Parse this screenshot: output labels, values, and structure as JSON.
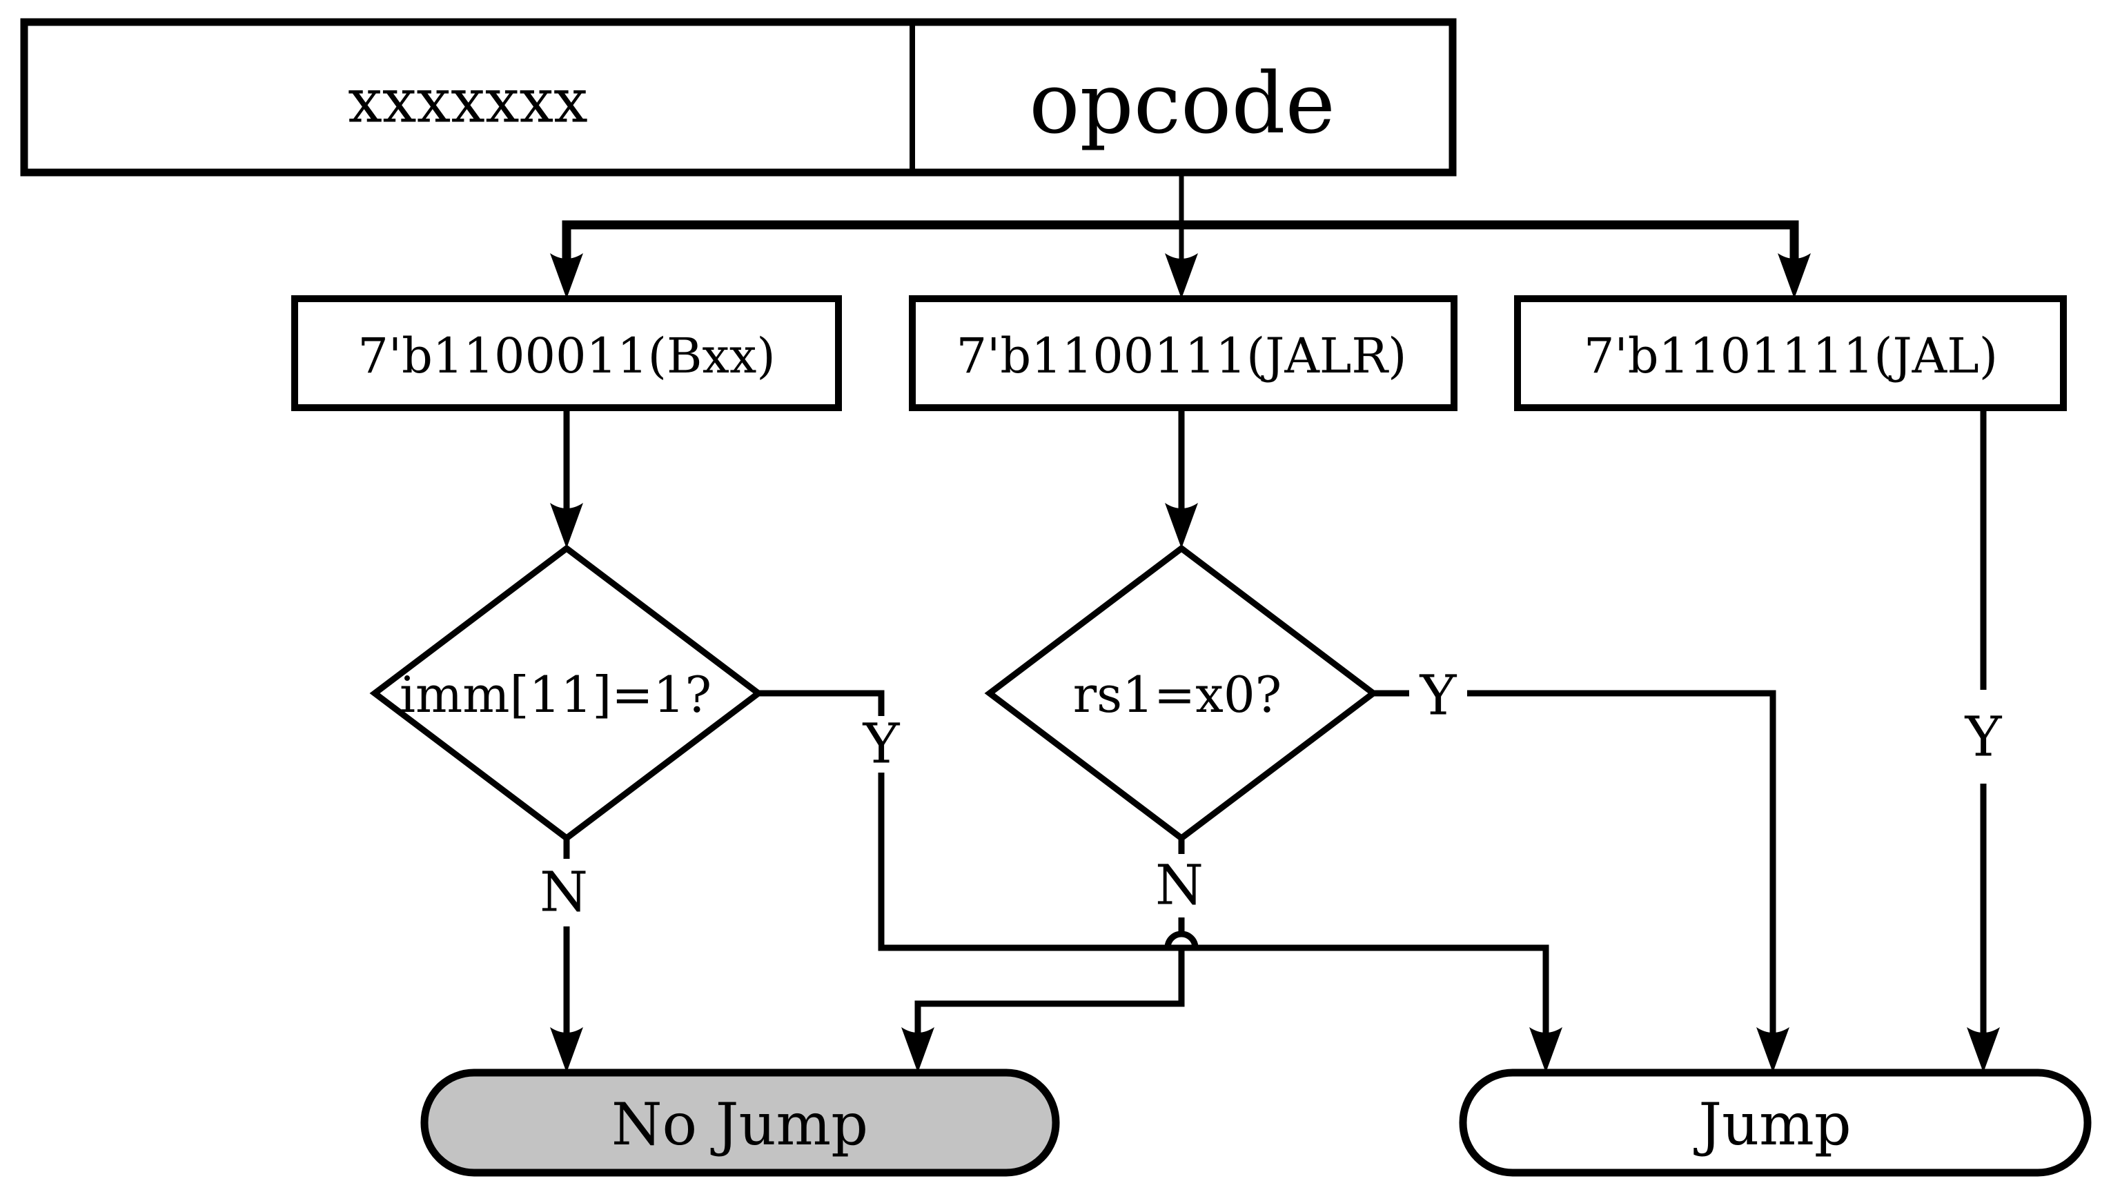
{
  "diagram": {
    "instruction_field": {
      "unused_bits": "xxxxxxx",
      "opcode": "opcode"
    },
    "opcode_branches": [
      {
        "label": "7'b1100011(Bxx)"
      },
      {
        "label": "7'b1100111(JALR)"
      },
      {
        "label": "7'b1101111(JAL)"
      }
    ],
    "decisions": [
      {
        "label": "imm[11]=1?"
      },
      {
        "label": "rs1=x0?"
      }
    ],
    "edge_labels": {
      "yes": "Y",
      "no": "N"
    },
    "terminals": {
      "no_jump": "No Jump",
      "jump": "Jump"
    },
    "colors": {
      "yes_label": "#ff0000",
      "line": "#000000",
      "no_jump_fill": "#c3c3c3",
      "jump_fill": "#ffffff"
    }
  }
}
